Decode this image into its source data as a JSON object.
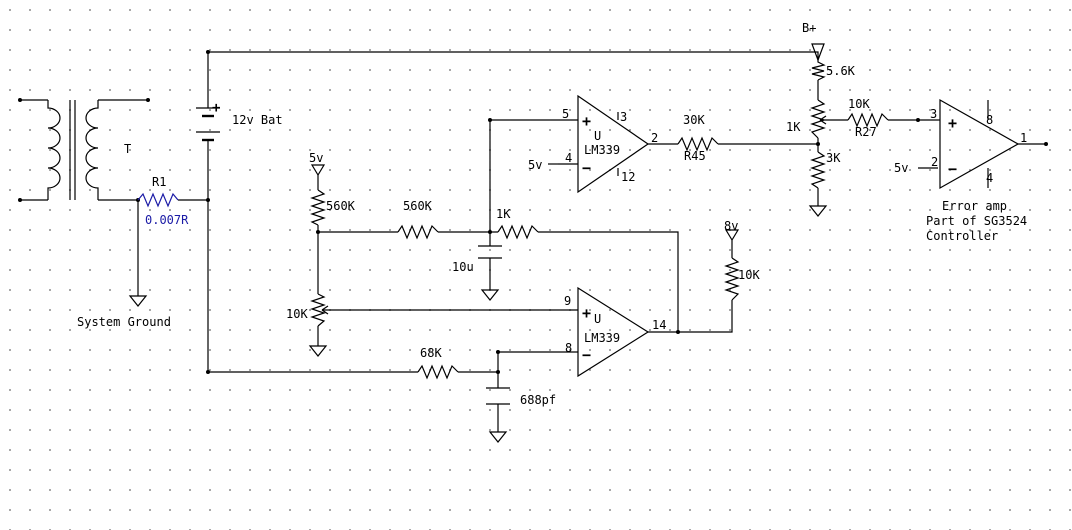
{
  "labels": {
    "bplus": "B+",
    "r_5k6": "5.6K",
    "r_10k_top": "10K",
    "pot_1k": "1K",
    "r27": "R27",
    "r_3k": "3K",
    "r_30k": "30K",
    "r45": "R45",
    "bat": "12v Bat",
    "plus": "+",
    "t": "T",
    "r1": "R1",
    "r1_val": "0.007R",
    "sysgnd": "System Ground",
    "v5_left": "5v",
    "r_560k_pot": "560K",
    "r_560k": "560K",
    "r_1k": "1K",
    "c_10u": "10u",
    "pot_10k": "10K",
    "r_68k": "68K",
    "c_688pf": "688pf",
    "v8": "8v",
    "r_10k_pull": "10K",
    "v5_u1": "5v",
    "v5_ea": "5v"
  },
  "opamp_top": {
    "name": "LM339",
    "unit": "U",
    "pin_plus": "5",
    "pin_minus": "4",
    "pin_out": "2",
    "pin_vcc": "3",
    "pin_gnd": "12",
    "plus": "+",
    "minus": "−"
  },
  "opamp_bottom": {
    "name": "LM339",
    "unit": "U",
    "pin_plus": "9",
    "pin_minus": "8",
    "pin_out": "14",
    "plus": "+",
    "minus": "−"
  },
  "error_amp": {
    "pin_plus": "3",
    "pin_minus": "2",
    "pin_out": "1",
    "pin_top": "8",
    "pin_bottom": "4",
    "plus": "+",
    "minus": "−",
    "caption_1": "Error amp",
    "caption_2": "Part of SG3524",
    "caption_3": "Controller"
  }
}
